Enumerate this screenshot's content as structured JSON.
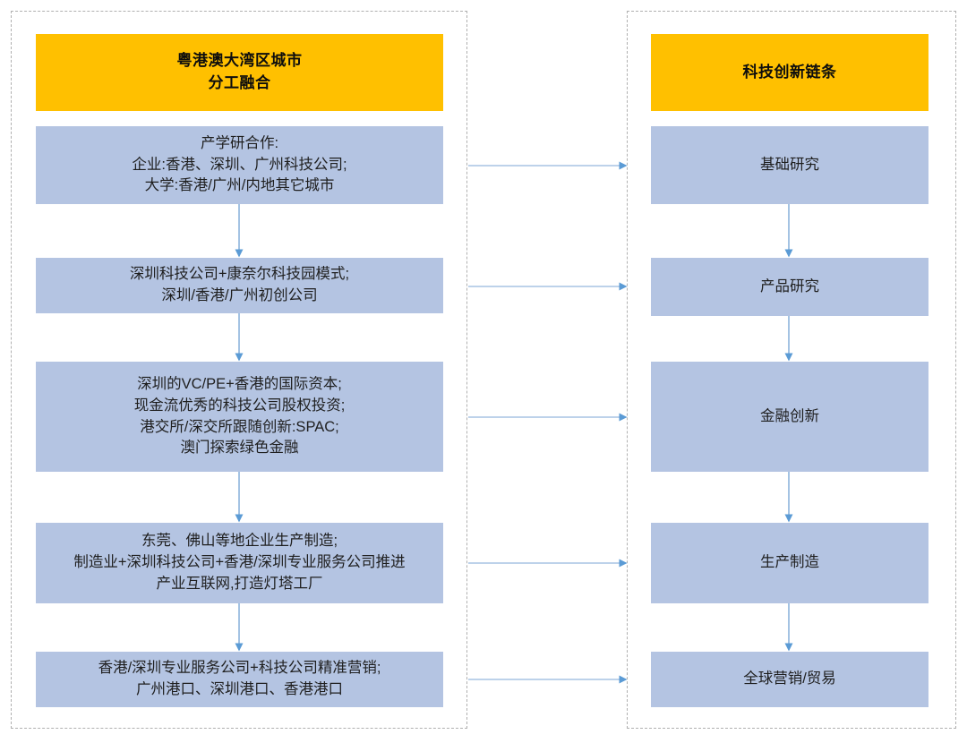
{
  "diagram": {
    "title_left": "粤港澳大湾区城市\n分工融合",
    "title_right": "科技创新链条",
    "colors": {
      "header_fill": "#FFC000",
      "box_fill": "#B4C4E2",
      "connector": "#7CA6D8",
      "panel_border": "#B0B0B0"
    },
    "left_column": [
      {
        "text": "产学研合作:\n企业:香港、深圳、广州科技公司;\n大学:香港/广州/内地其它城市"
      },
      {
        "text": "深圳科技公司+康奈尔科技园模式;\n深圳/香港/广州初创公司"
      },
      {
        "text": "深圳的VC/PE+香港的国际资本;\n现金流优秀的科技公司股权投资;\n港交所/深交所跟随创新:SPAC;\n澳门探索绿色金融"
      },
      {
        "text": "东莞、佛山等地企业生产制造;\n制造业+深圳科技公司+香港/深圳专业服务公司推进\n产业互联网,打造灯塔工厂"
      },
      {
        "text": "香港/深圳专业服务公司+科技公司精准营销;\n广州港口、深圳港口、香港港口"
      }
    ],
    "right_column": [
      {
        "text": "基础研究"
      },
      {
        "text": "产品研究"
      },
      {
        "text": "金融创新"
      },
      {
        "text": "生产制造"
      },
      {
        "text": "全球营销/贸易"
      }
    ]
  }
}
